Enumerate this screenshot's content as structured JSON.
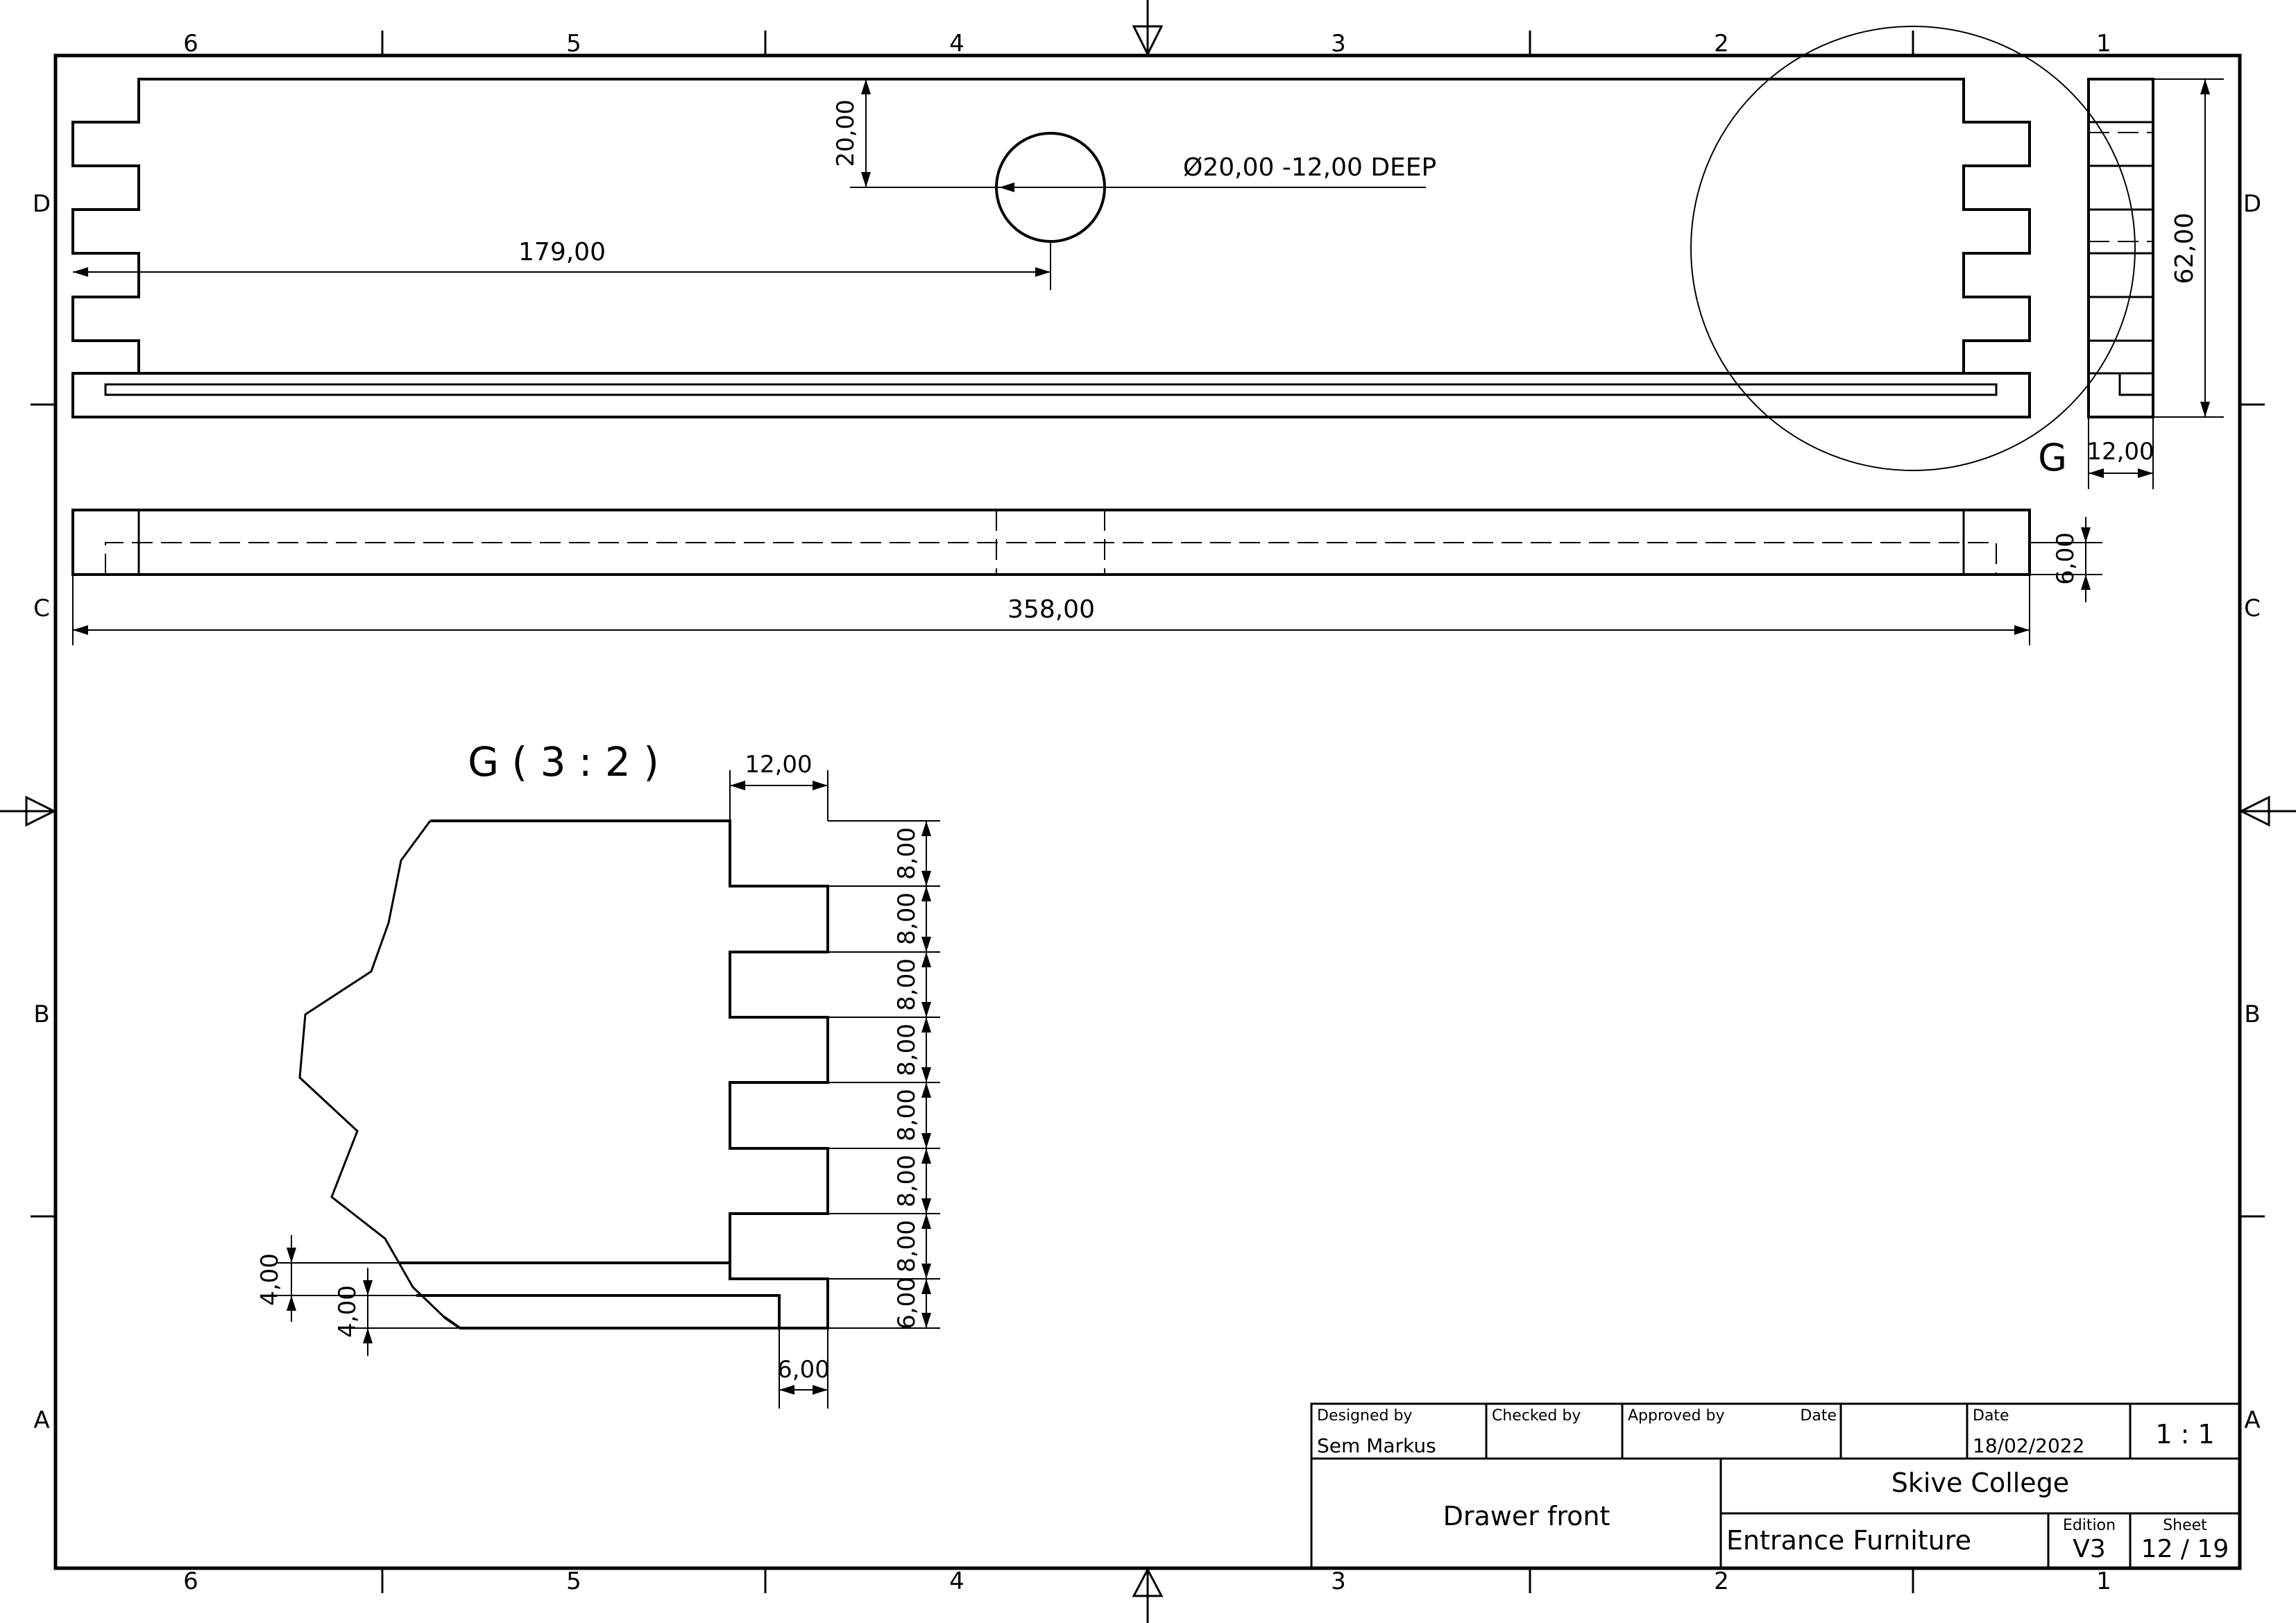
{
  "border": {
    "columns": [
      "6",
      "5",
      "4",
      "3",
      "2",
      "1"
    ],
    "rows": [
      "D",
      "C",
      "B",
      "A"
    ]
  },
  "dimensions": {
    "hole_offset": "20,00",
    "hole_note": "Ø20,00 -12,00 DEEP",
    "hole_position": "179,00",
    "side_height": "62,00",
    "side_thickness": "12,00",
    "total_length": "358,00",
    "groove_depth": "6,00",
    "detail_label": "G",
    "detail_title": "G ( 3 : 2 )",
    "detail_top_width": "12,00",
    "detail_finger_pitches": [
      "8,00",
      "8,00",
      "8,00",
      "8,00",
      "8,00",
      "8,00",
      "8,00",
      "6,00"
    ],
    "detail_groove_left_a": "4,00",
    "detail_groove_left_b": "4,00",
    "detail_bottom_width": "6,00"
  },
  "title_block": {
    "designed_by_label": "Designed by",
    "designed_by": "Sem Markus",
    "checked_by_label": "Checked by",
    "approved_by_label": "Approved by",
    "date_label_1": "Date",
    "date_label_2": "Date",
    "date": "18/02/2022",
    "scale": "1 : 1",
    "title": "Drawer front",
    "company": "Skive College",
    "project": "Entrance Furniture",
    "edition_label": "Edition",
    "edition": "V3",
    "sheet_label": "Sheet",
    "sheet": "12 / 19"
  }
}
